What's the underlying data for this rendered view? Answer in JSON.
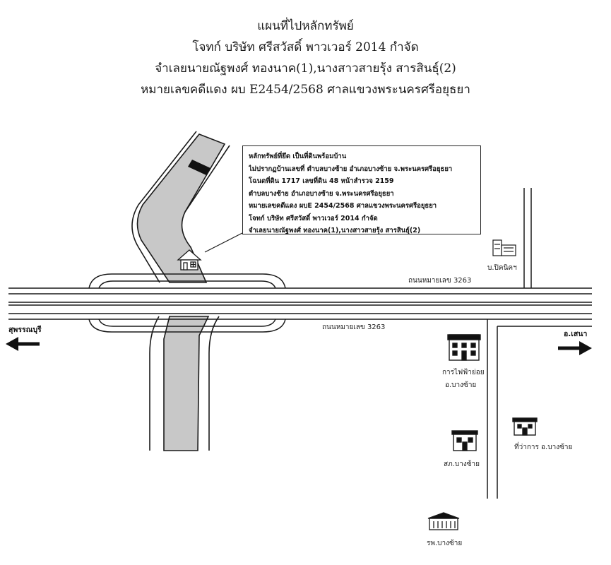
{
  "header": {
    "line1": "แผนที่ไปหลักทรัพย์",
    "line2": "โจทก์ บริษัท ศรีสวัสดิ์ พาวเวอร์ 2014 กำจัด",
    "line3": "จำเลยนายณัฐพงศ์ ทองนาค(1),นางสาวสายรุ้ง สารสินธุ์(2)",
    "line4": "หมายเลขคดีแดง ผบ E2454/2568 ศาลแขวงพระนครศรีอยุธยา"
  },
  "info_box": {
    "line1": "หลักทรัพย์ที่ยึด เป็นที่ดินพร้อมบ้าน",
    "line2": "ไม่ปรากฏบ้านเลขที่ ตำบลบางซ้าย อำเภอบางซ้าย จ.พระนครศรีอยุธยา",
    "line3": "โฉนดที่ดิน 1717   เลขที่ดิน 48  หน้าสำรวจ 2159",
    "line4": "ตำบลบางซ้าย อำเภอบางซ้าย จ.พระนครศรีอยุธยา",
    "line5": "หมายเลขคดีแดง ผบE 2454/2568 ศาลแขวงพระนครศรีอยุธยา",
    "line6": "โจทก์ บริษัท ศรีสวัสดิ์ พาวเวอร์ 2014 กำจัด",
    "line7": "จำเลยนายณัฐพงศ์ ทองนาค(1),นางสาวสายรุ้ง สารสินธุ์(2)"
  },
  "map": {
    "road_label_upper": "ถนนหมายเลข 3263",
    "road_label_lower": "ถนนหมายเลข 3263",
    "direction_left": "สุพรรณบุรี",
    "direction_right": "อ.เสนา",
    "places": {
      "clinic": "บ.ปิคนิคฯ",
      "electricity_line1": "การไฟฟ้าย่อย",
      "electricity_line2": "อ.บางซ้าย",
      "cooperative": "สภ.บางซ้าย",
      "district_office": "ที่ว่าการ อ.บางซ้าย",
      "hospital": "รพ.บางซ้าย"
    }
  },
  "colors": {
    "road_fill": "#c8c8c8",
    "line": "#1a1a1a"
  }
}
